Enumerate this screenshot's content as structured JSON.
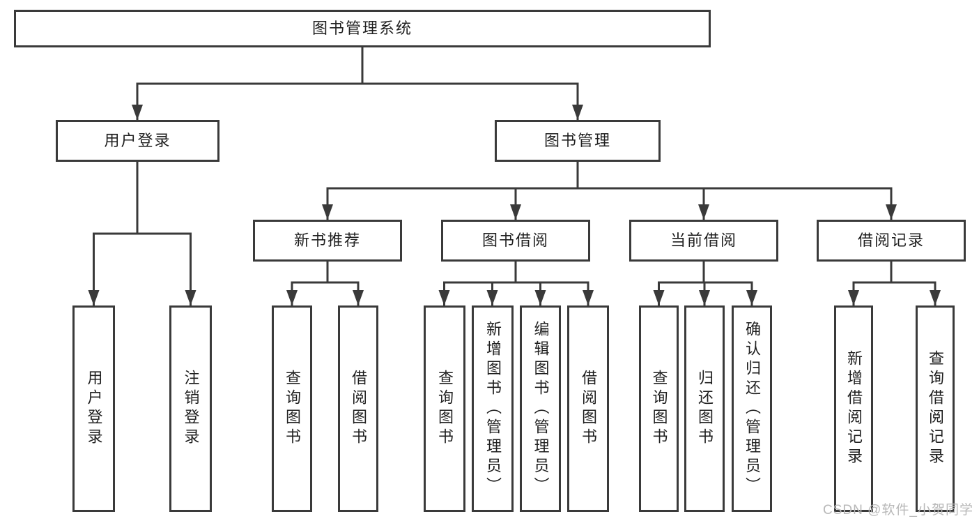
{
  "diagram": {
    "type": "tree",
    "root": {
      "id": "library-management-system",
      "label": "图书管理系统"
    },
    "level2": [
      {
        "id": "user-login",
        "label": "用户登录",
        "parent": "图书管理系统"
      },
      {
        "id": "book-management",
        "label": "图书管理",
        "parent": "图书管理系统"
      }
    ],
    "level3": [
      {
        "id": "new-book-recommendation",
        "label": "新书推荐",
        "parent": "图书管理"
      },
      {
        "id": "book-borrowing",
        "label": "图书借阅",
        "parent": "图书管理"
      },
      {
        "id": "current-borrowing",
        "label": "当前借阅",
        "parent": "图书管理"
      },
      {
        "id": "borrowing-records",
        "label": "借阅记录",
        "parent": "图书管理"
      }
    ],
    "leaves": [
      {
        "id": "user-login-action",
        "label": "用户登录",
        "parent": "用户登录"
      },
      {
        "id": "logout-action",
        "label": "注销登录",
        "parent": "用户登录"
      },
      {
        "id": "query-books-recommend",
        "label": "查询图书",
        "parent": "新书推荐"
      },
      {
        "id": "borrow-books-recommend",
        "label": "借阅图书",
        "parent": "新书推荐"
      },
      {
        "id": "query-books-borrow",
        "label": "查询图书",
        "parent": "图书借阅"
      },
      {
        "id": "add-books-admin",
        "label": "新增图书（管理员）",
        "parent": "图书借阅"
      },
      {
        "id": "edit-books-admin",
        "label": "编辑图书（管理员）",
        "parent": "图书借阅"
      },
      {
        "id": "borrow-books",
        "label": "借阅图书",
        "parent": "图书借阅"
      },
      {
        "id": "query-books-current",
        "label": "查询图书",
        "parent": "当前借阅"
      },
      {
        "id": "return-books",
        "label": "归还图书",
        "parent": "当前借阅"
      },
      {
        "id": "confirm-return-admin",
        "label": "确认归还（管理员）",
        "parent": "当前借阅"
      },
      {
        "id": "add-borrow-record",
        "label": "新增借阅记录",
        "parent": "借阅记录"
      },
      {
        "id": "query-borrow-record",
        "label": "查询借阅记录",
        "parent": "借阅记录"
      }
    ],
    "colors": {
      "line": "#3a3a3a",
      "box_border": "#3a3a3a",
      "text": "#1f1f1f",
      "background": "#ffffff",
      "watermark": "#b8b8b8"
    }
  },
  "watermark": {
    "text": "CSDN @软件_小贺同学"
  }
}
